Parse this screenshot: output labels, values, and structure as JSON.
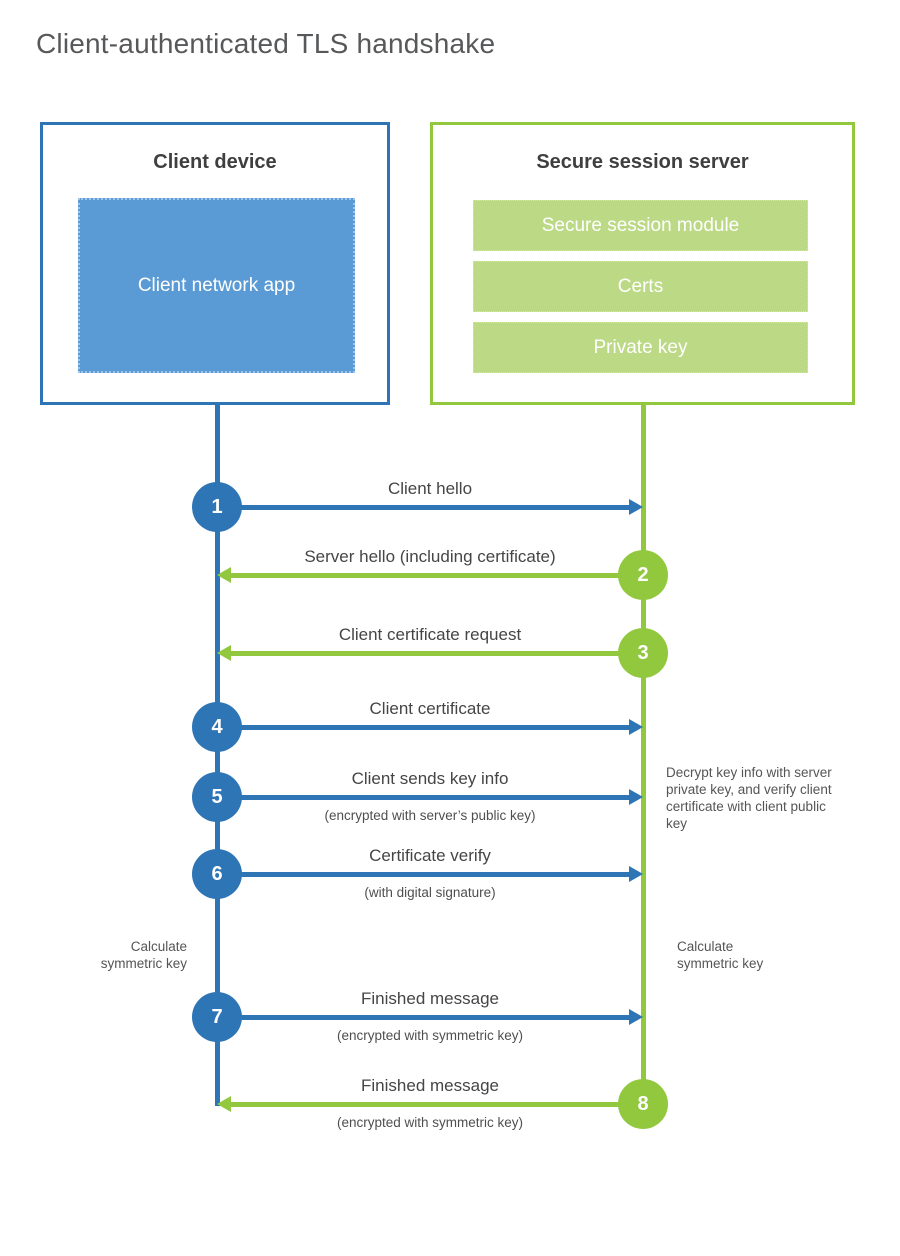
{
  "title": "Client-authenticated TLS handshake",
  "client": {
    "title": "Client device",
    "app": "Client network app"
  },
  "server": {
    "title": "Secure session server",
    "modules": [
      "Secure session module",
      "Certs",
      "Private key"
    ]
  },
  "messages": [
    {
      "num": "1",
      "label": "Client hello",
      "sub": "",
      "from": "client",
      "to": "server"
    },
    {
      "num": "2",
      "label": "Server hello (including certificate)",
      "sub": "",
      "from": "server",
      "to": "client"
    },
    {
      "num": "3",
      "label": "Client certificate request",
      "sub": "",
      "from": "server",
      "to": "client"
    },
    {
      "num": "4",
      "label": "Client certificate",
      "sub": "",
      "from": "client",
      "to": "server"
    },
    {
      "num": "5",
      "label": "Client sends key info",
      "sub": "(encrypted with server’s public key)",
      "from": "client",
      "to": "server"
    },
    {
      "num": "6",
      "label": "Certificate verify",
      "sub": "(with digital signature)",
      "from": "client",
      "to": "server"
    },
    {
      "num": "7",
      "label": "Finished message",
      "sub": "(encrypted with symmetric key)",
      "from": "client",
      "to": "server"
    },
    {
      "num": "8",
      "label": "Finished message",
      "sub": "(encrypted with symmetric key)",
      "from": "server",
      "to": "client"
    }
  ],
  "notes": {
    "server_decrypt": "Decrypt key info with server private key, and verify client certificate with client public key",
    "client_calculate": "Calculate symmetric key",
    "server_calculate": "Calculate symmetric key"
  },
  "colors": {
    "client_accent": "#2e75b6",
    "client_fill": "#5b9bd5",
    "server_accent": "#92c83e",
    "server_fill": "#bcd986"
  }
}
